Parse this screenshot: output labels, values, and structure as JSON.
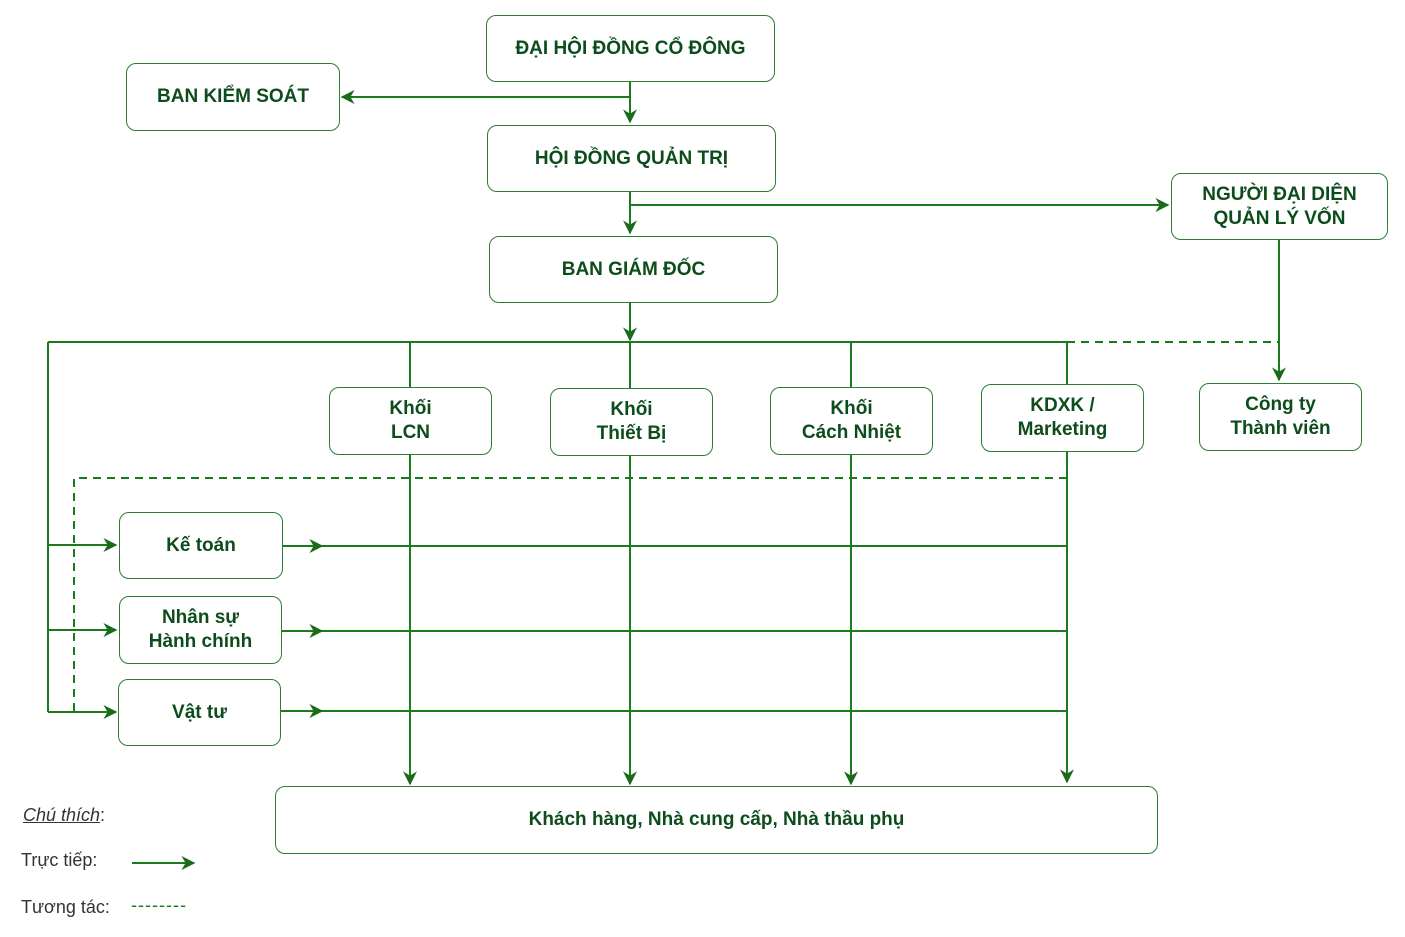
{
  "diagram": {
    "colors": {
      "line": "#1b7a1b",
      "text": "#0d4d1c",
      "border": "#2e7d32"
    },
    "nodes": {
      "dhdcd": "ĐẠI HỘI ĐỒNG CỔ ĐÔNG",
      "bks": "BAN KIỂM SOÁT",
      "hdqt": "HỘI ĐỒNG QUẢN TRỊ",
      "ndd": "NGƯỜI ĐẠI DIỆN\nQUẢN LÝ VỐN",
      "bgd": "BAN GIÁM ĐỐC",
      "lcn": "Khối\nLCN",
      "thietbi": "Khối\nThiết Bị",
      "cachnhiet": "Khối\nCách Nhiệt",
      "kdxk": "KDXK /\nMarketing",
      "congty": "Công ty\nThành viên",
      "ketoan": "Kế toán",
      "nhansu": "Nhân sự\nHành chính",
      "vattu": "Vật tư",
      "khachhang": "Khách hàng, Nhà cung cấp, Nhà thầu phụ"
    },
    "edges": [
      {
        "from": "dhdcd",
        "to": "hdqt",
        "type": "direct"
      },
      {
        "from": "dhdcd",
        "to": "bks",
        "type": "direct"
      },
      {
        "from": "hdqt",
        "to": "bgd",
        "type": "direct"
      },
      {
        "from": "hdqt",
        "to": "ndd",
        "type": "direct"
      },
      {
        "from": "ndd",
        "to": "congty",
        "type": "direct"
      },
      {
        "from": "bgd",
        "to": "lcn",
        "type": "direct"
      },
      {
        "from": "bgd",
        "to": "thietbi",
        "type": "direct"
      },
      {
        "from": "bgd",
        "to": "cachnhiet",
        "type": "direct"
      },
      {
        "from": "bgd",
        "to": "kdxk",
        "type": "direct"
      },
      {
        "from": "bgd",
        "to": "ketoan",
        "type": "direct"
      },
      {
        "from": "bgd",
        "to": "nhansu",
        "type": "direct"
      },
      {
        "from": "bgd",
        "to": "vattu",
        "type": "direct"
      },
      {
        "from": "kdxk",
        "to": "congty",
        "type": "interaction"
      },
      {
        "from": "kdxk",
        "to": "vattu",
        "type": "interaction"
      },
      {
        "from": "ketoan",
        "to": "kdxk",
        "type": "direct"
      },
      {
        "from": "nhansu",
        "to": "kdxk",
        "type": "direct"
      },
      {
        "from": "vattu",
        "to": "kdxk",
        "type": "direct"
      },
      {
        "from": "lcn",
        "to": "khachhang",
        "type": "direct"
      },
      {
        "from": "thietbi",
        "to": "khachhang",
        "type": "direct"
      },
      {
        "from": "cachnhiet",
        "to": "khachhang",
        "type": "direct"
      },
      {
        "from": "kdxk",
        "to": "khachhang",
        "type": "direct"
      }
    ]
  },
  "legend": {
    "title": "Chú thích",
    "title_suffix": ":",
    "direct_label": "Trực tiếp:",
    "interaction_label": "Tương tác:",
    "interaction_sample": "--------"
  }
}
